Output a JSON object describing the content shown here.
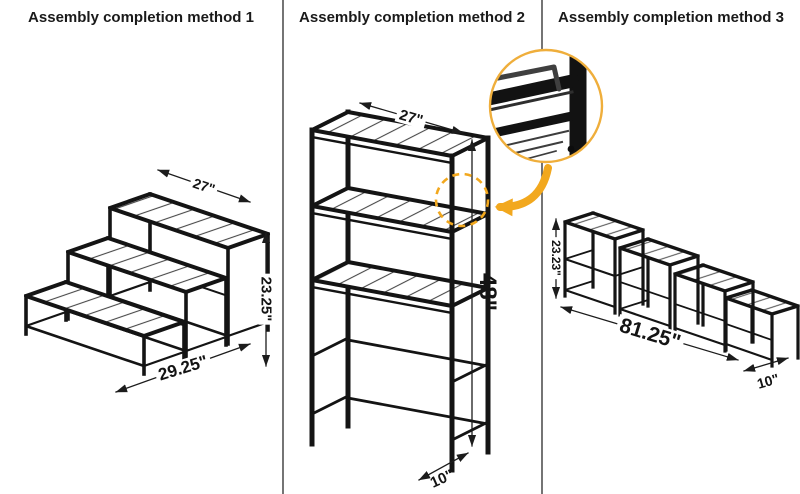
{
  "colors": {
    "accent": "#F2A81E",
    "inset_ring": "#EFAE3B",
    "line": "#141414",
    "background": "#FFFFFF"
  },
  "panels": [
    {
      "title": "Assembly completion method 1",
      "dims": {
        "top": "27\"",
        "side": "23.25\"",
        "bottom": "29.25\""
      }
    },
    {
      "title": "Assembly completion method 2",
      "dims": {
        "top": "27\"",
        "side": "48\"",
        "bottom": "10\""
      }
    },
    {
      "title": "Assembly completion method 3",
      "dims": {
        "side": "23.23\"",
        "bottom": "81.25\"",
        "end": "10\""
      }
    }
  ]
}
